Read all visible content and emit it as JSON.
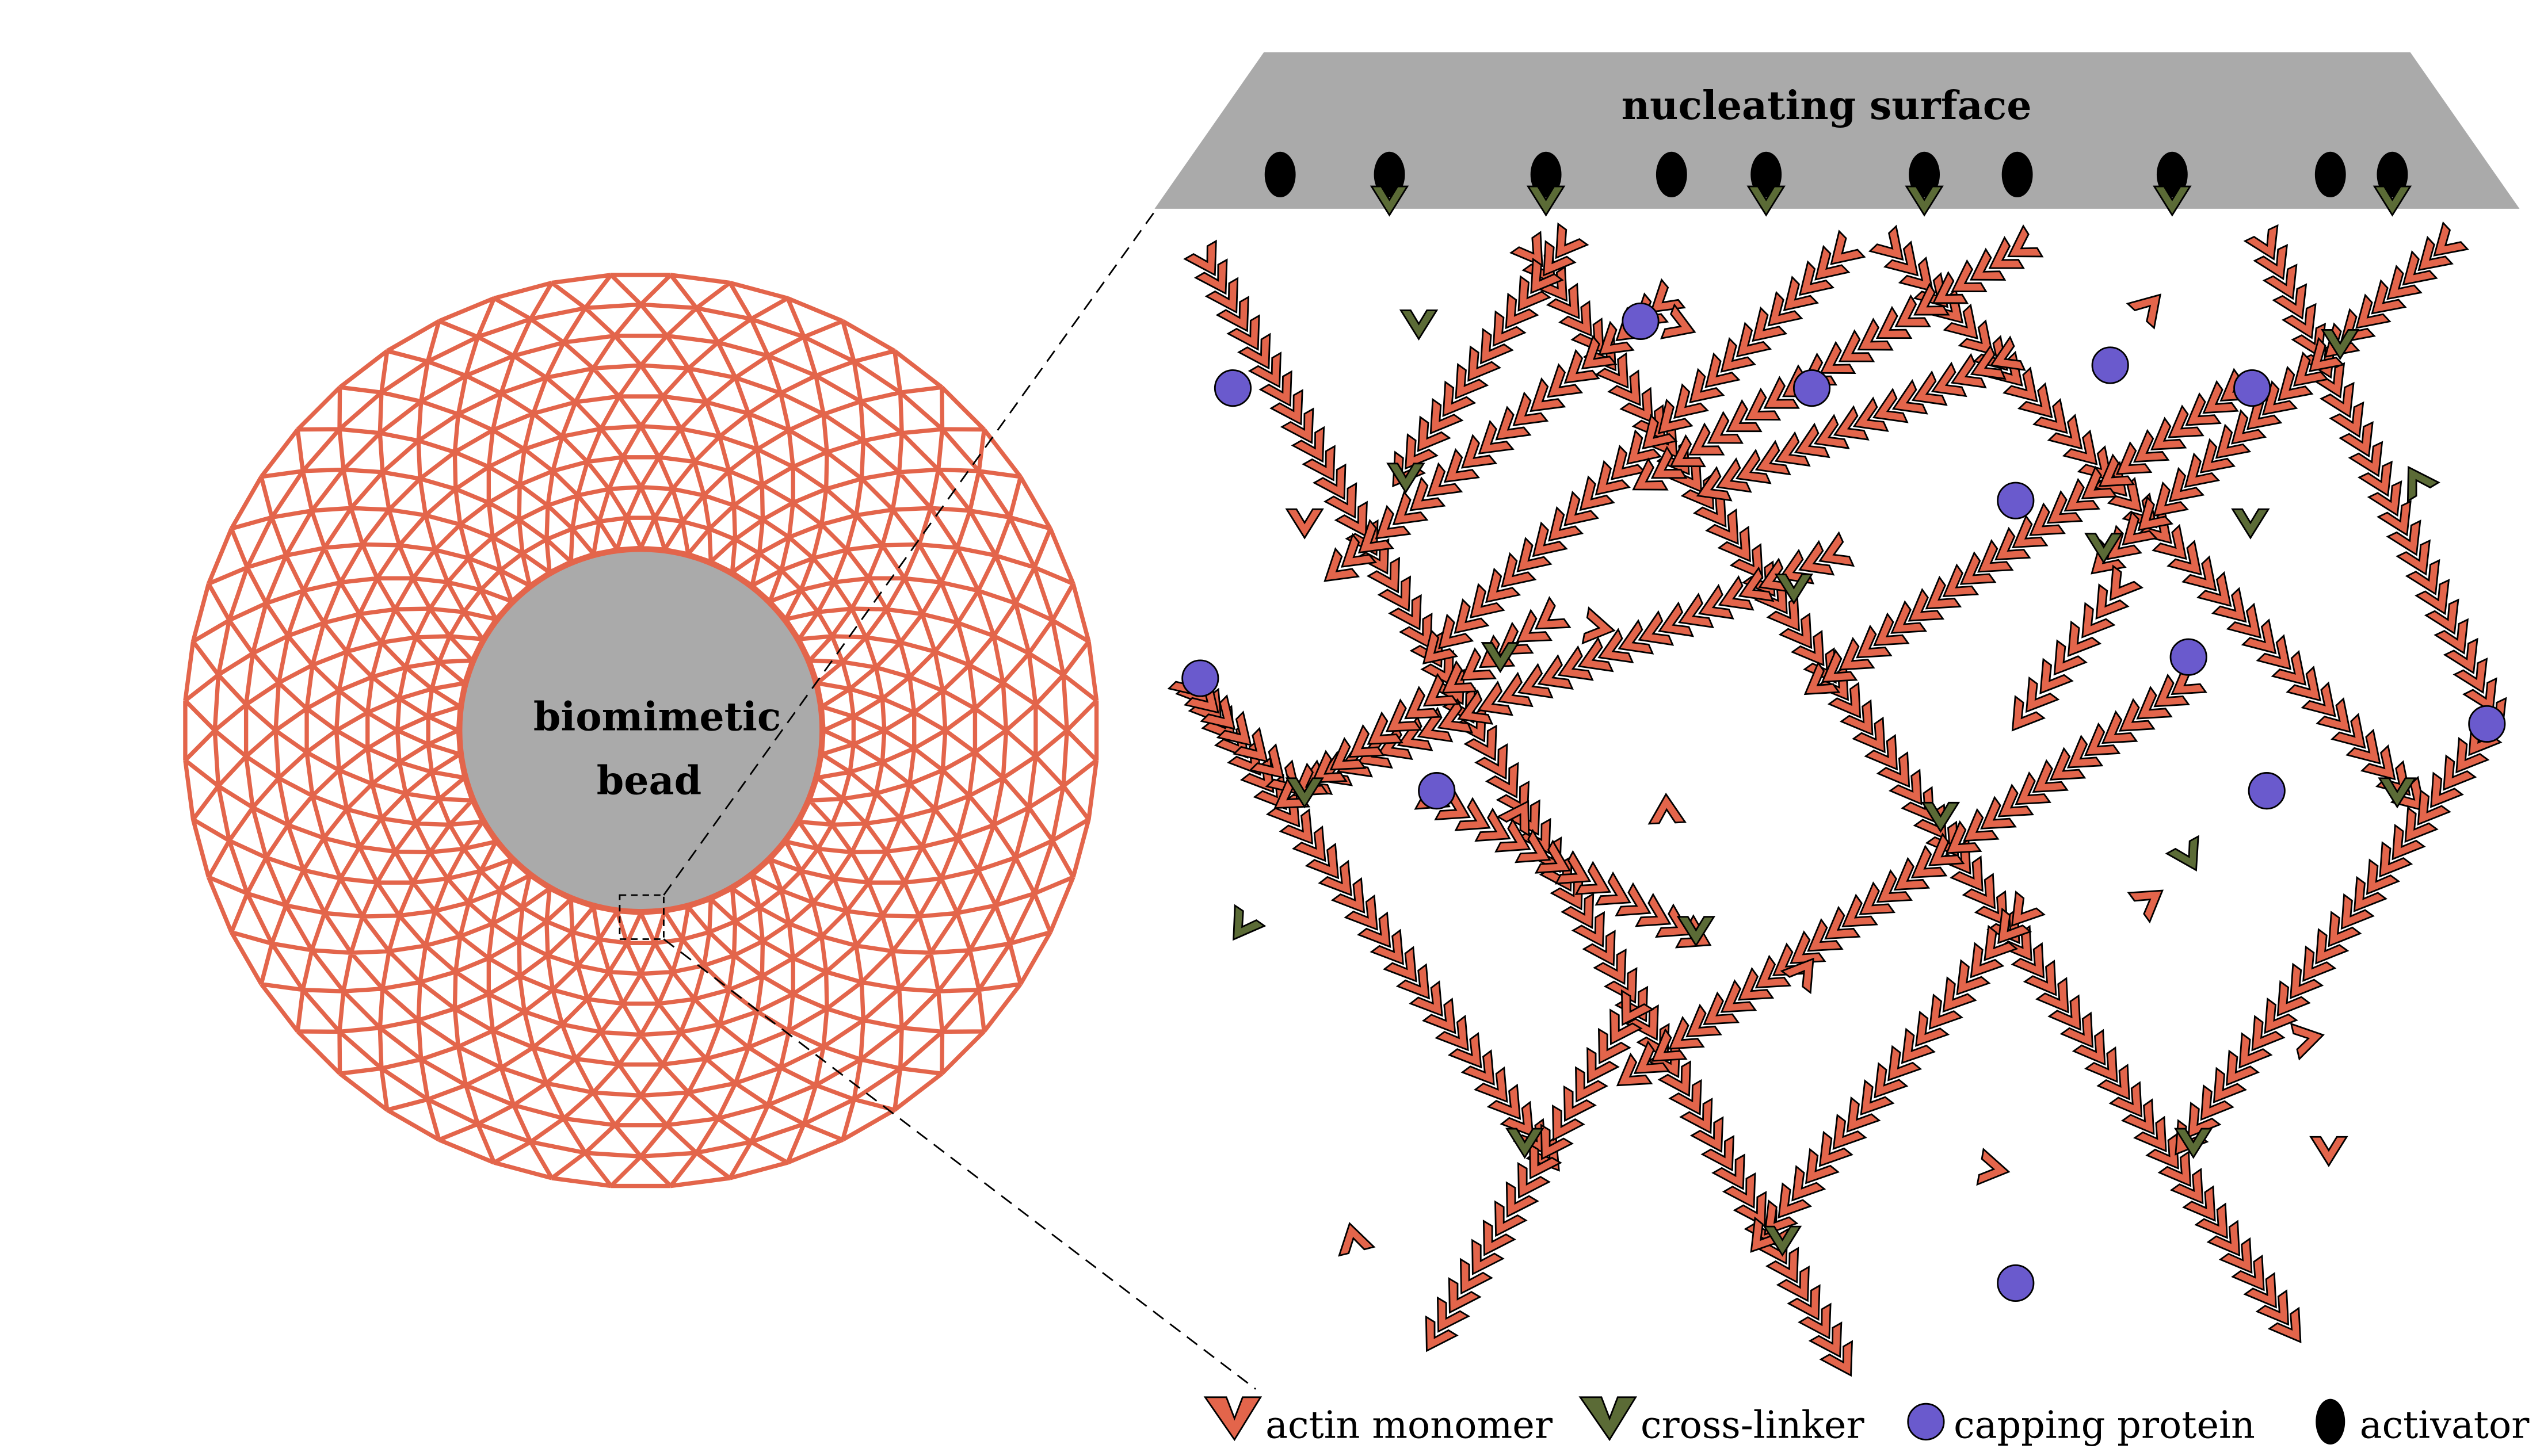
{
  "bead": {
    "label_line1": "biomimetic",
    "label_line2": "bead"
  },
  "surface": {
    "label": "nucleating surface"
  },
  "legend": [
    {
      "label": "actin monomer",
      "icon": "actin-monomer-icon"
    },
    {
      "label": "cross-linker",
      "icon": "cross-linker-icon"
    },
    {
      "label": "capping protein",
      "icon": "capping-protein-icon"
    },
    {
      "label": "activator",
      "icon": "activator-icon"
    }
  ],
  "colors": {
    "actin": "#E3654B",
    "crosslinker": "#5B6B36",
    "capping": "#6A5ACD",
    "activator": "#000000",
    "surface": "#AAAAAA"
  }
}
